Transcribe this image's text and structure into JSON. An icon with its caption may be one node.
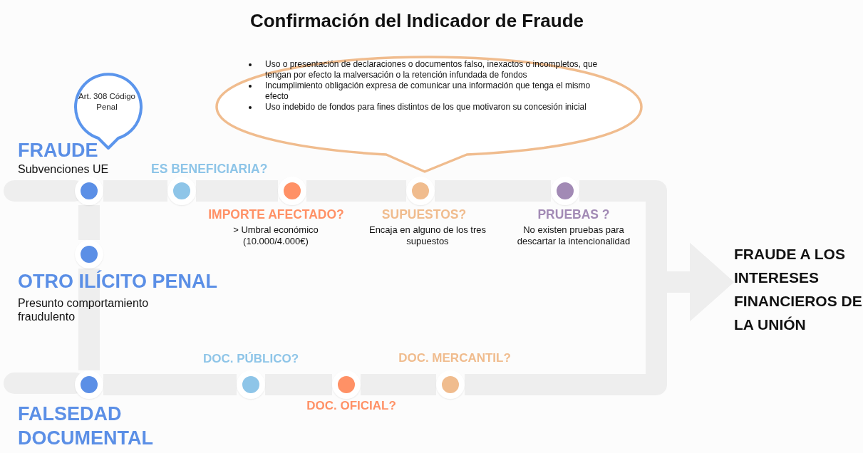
{
  "diagram": {
    "title": "Confirmación del Indicador de Fraude",
    "nodes": [
      {
        "text": [
          "Art. 308 Código Penal"
        ]
      },
      {
        "text": [
          "Uso o presentación de declaraciones o documentos falso, inexactos o incompletos, que tengan por efecto la malversación o la retención infundada de fondos",
          "Incumplimiento obligación expresa de comunicar una información que tenga el mismo efecto",
          "Uso indebido de fondos para fines distintos de los que motivaron su concesión inicial"
        ]
      },
      {
        "text": [],
        "shape": "circle",
        "beside": [
          "FRAUDE",
          "Subvenciones UE"
        ]
      },
      {
        "text": [],
        "shape": "circle",
        "beside": [
          "ES BENEFICIARIA?"
        ]
      },
      {
        "text": [],
        "shape": "circle",
        "beside": [
          "IMPORTE AFECTADO?",
          "> Umbral económico (10.000/4.000€)"
        ]
      },
      {
        "text": [],
        "shape": "circle",
        "beside": [
          "SUPUESTOS?",
          "Encaja en alguno de los tres supuestos"
        ]
      },
      {
        "text": [],
        "shape": "circle",
        "beside": [
          "PRUEBAS ?",
          "No existen pruebas para descartar la intencionalidad"
        ]
      },
      {
        "text": [],
        "shape": "circle",
        "beside": [
          "OTRO ILÍCITO PENAL",
          "Presunto comportamiento fraudulento"
        ]
      },
      {
        "text": [],
        "shape": "circle",
        "beside": [
          "FALSEDAD DOCUMENTAL"
        ]
      },
      {
        "text": [],
        "shape": "circle",
        "beside": [
          "DOC. PÚBLICO?"
        ]
      },
      {
        "text": [],
        "shape": "circle",
        "beside": [
          "DOC. OFICIAL?"
        ]
      },
      {
        "text": [],
        "shape": "circle",
        "beside": [
          "DOC. MERCANTIL?"
        ]
      },
      {
        "text": [
          "FRAUDE A LOS INTERESES FINANCIEROS DE LA UNIÓN"
        ]
      }
    ],
    "edges": [
      {
        "from": 2,
        "to": 3,
        "arrow": "none"
      },
      {
        "from": 3,
        "to": 4,
        "arrow": "none"
      },
      {
        "from": 4,
        "to": 5,
        "arrow": "none"
      },
      {
        "from": 5,
        "to": 6,
        "arrow": "none"
      },
      {
        "from": 2,
        "to": 7,
        "arrow": "none"
      },
      {
        "from": 7,
        "to": 8,
        "arrow": "none"
      },
      {
        "from": 8,
        "to": 9,
        "arrow": "none"
      },
      {
        "from": 9,
        "to": 10,
        "arrow": "none"
      },
      {
        "from": 10,
        "to": 11,
        "arrow": "none"
      },
      {
        "from": 6,
        "to": 12,
        "arrow": "to"
      },
      {
        "from": 11,
        "to": 12,
        "arrow": "to"
      }
    ]
  }
}
